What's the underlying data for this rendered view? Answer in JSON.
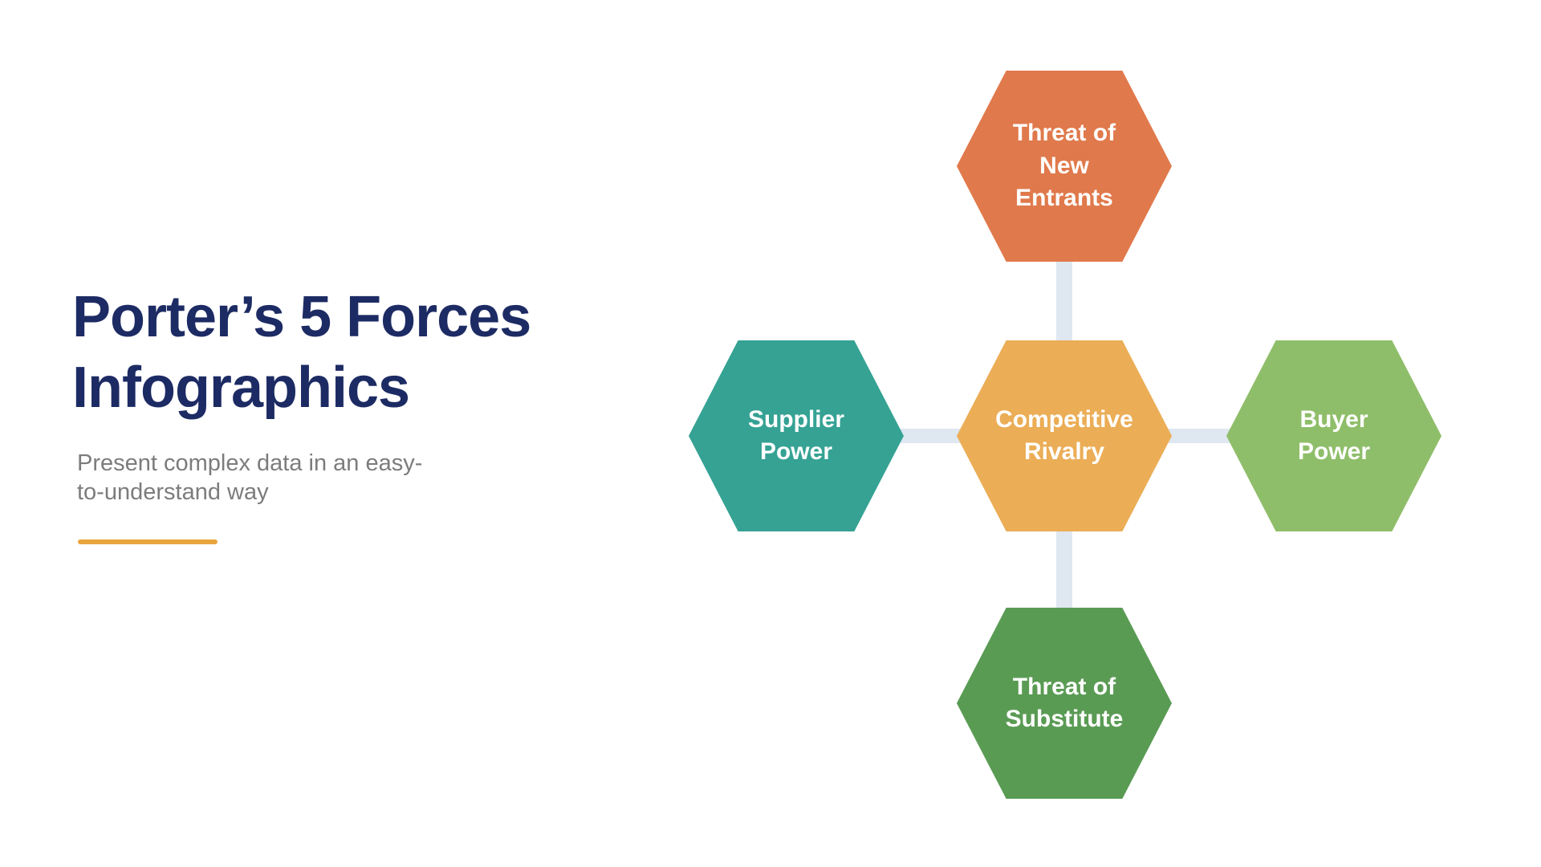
{
  "page": {
    "background_color": "#ffffff"
  },
  "header": {
    "title": "Porter’s 5 Forces\nInfographics",
    "title_color": "#1d2b64",
    "subtitle": "Present complex data in an easy-\nto-understand way",
    "subtitle_color": "#7c7c7e",
    "underline_color": "#e9a43d"
  },
  "diagram": {
    "name": "porters-five-forces",
    "connector_color": "#dfe7f0",
    "label_text_color": "#ffffff",
    "nodes": [
      {
        "id": "threat-of-new-entrants",
        "position": "top",
        "label": "Threat of\nNew\nEntrants",
        "color": "#e0794b"
      },
      {
        "id": "supplier-power",
        "position": "left",
        "label": "Supplier\nPower",
        "color": "#35a294"
      },
      {
        "id": "competitive-rivalry",
        "position": "center",
        "label": "Competitive\nRivalry",
        "color": "#ebad56"
      },
      {
        "id": "buyer-power",
        "position": "right",
        "label": "Buyer\nPower",
        "color": "#8fbe6a"
      },
      {
        "id": "threat-of-substitute",
        "position": "bottom",
        "label": "Threat of\nSubstitute",
        "color": "#5a9b54"
      }
    ]
  }
}
